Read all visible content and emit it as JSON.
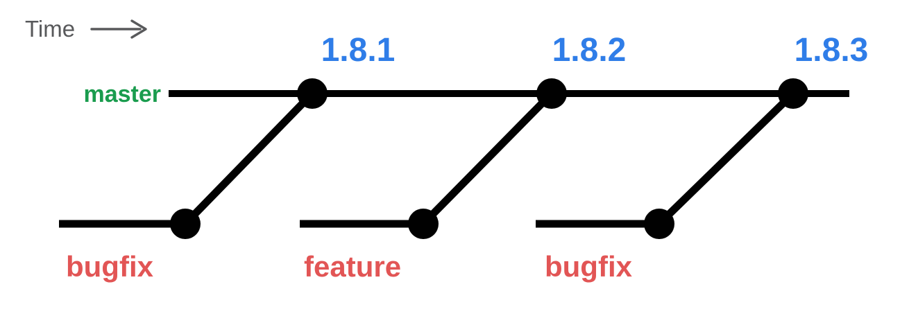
{
  "colors": {
    "line": "#010101",
    "commit_dot": "#010101",
    "time_label": "#58595B",
    "master_label": "#1A9C4E",
    "release_label": "#2F7DE8",
    "branch_label": "#E25555",
    "background": "#FFFFFF"
  },
  "time_axis": {
    "label": "Time",
    "arrow_icon": "right-arrow"
  },
  "master_branch": {
    "label": "master",
    "releases": [
      {
        "version": "1.8.1"
      },
      {
        "version": "1.8.2"
      },
      {
        "version": "1.8.3"
      }
    ]
  },
  "topic_branches": [
    {
      "label": "bugfix",
      "merges_into": "1.8.1"
    },
    {
      "label": "feature",
      "merges_into": "1.8.2"
    },
    {
      "label": "bugfix",
      "merges_into": "1.8.3"
    }
  ]
}
